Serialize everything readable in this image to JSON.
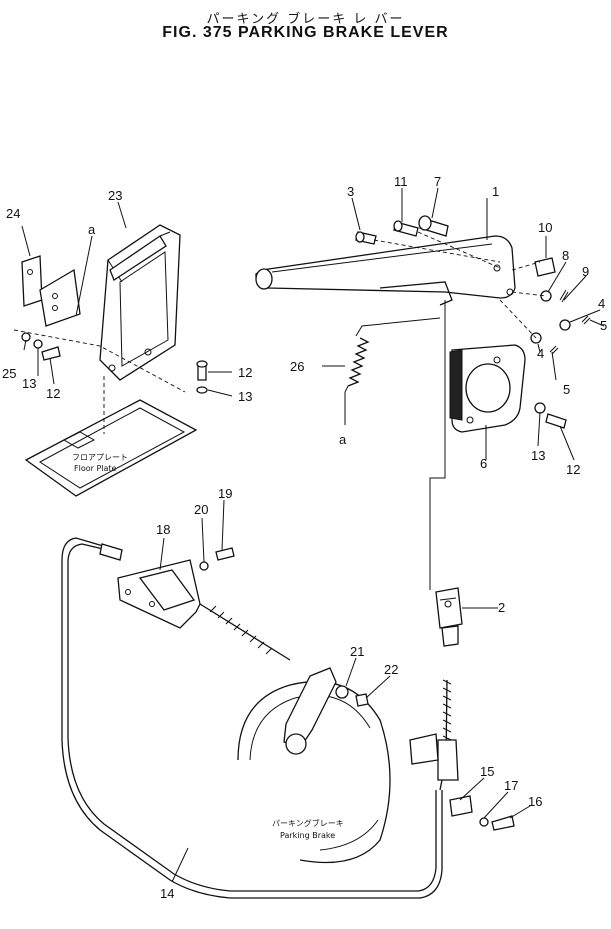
{
  "title": {
    "japanese": "パーキング ブレーキ レ バー",
    "english": "FIG. 375 PARKING BRAKE LEVER"
  },
  "captions": {
    "floor_plate_jp": "フロアプレート",
    "floor_plate_en": "Floor Plate",
    "parking_brake_jp": "パーキングブレーキ",
    "parking_brake_en": "Parking Brake"
  },
  "reference_marks": {
    "a_top": "a",
    "a_bottom": "a"
  },
  "part_numbers": {
    "p1": "1",
    "p2": "2",
    "p3": "3",
    "p4a": "4",
    "p4b": "4",
    "p5a": "5",
    "p5b": "5",
    "p6": "6",
    "p7": "7",
    "p8": "8",
    "p9": "9",
    "p10": "10",
    "p11": "11",
    "p12a": "12",
    "p12b": "12",
    "p12c": "12",
    "p13a": "13",
    "p13b": "13",
    "p13c": "13",
    "p14": "14",
    "p15": "15",
    "p16": "16",
    "p17": "17",
    "p18": "18",
    "p19": "19",
    "p20": "20",
    "p21": "21",
    "p22": "22",
    "p23": "23",
    "p24": "24",
    "p25": "25",
    "p26": "26"
  }
}
